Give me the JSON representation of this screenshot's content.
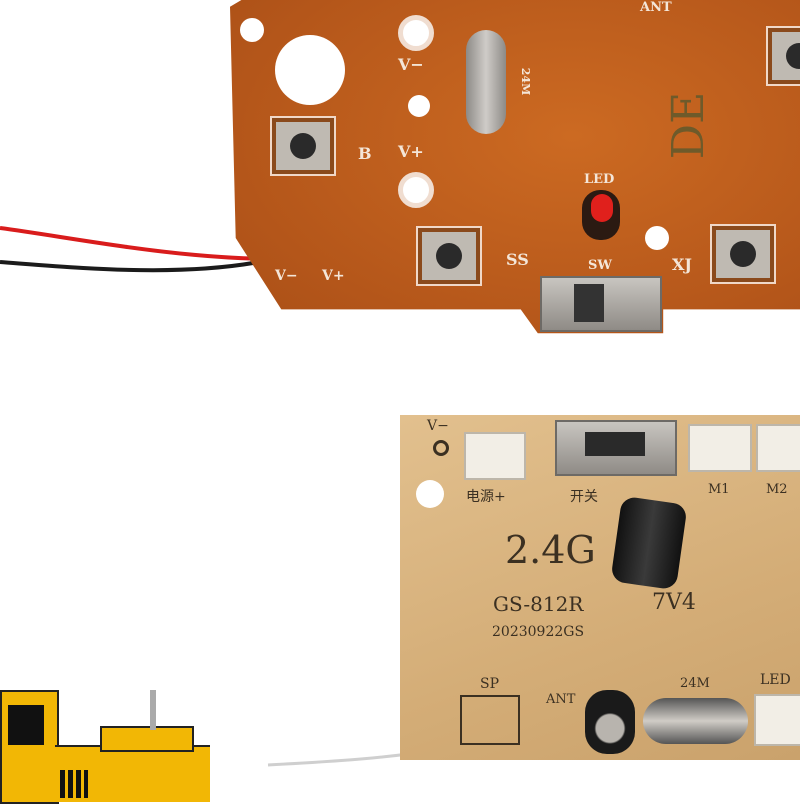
{
  "remote_board": {
    "labels": {
      "ant": "ANT",
      "v_minus": "V−",
      "v_plus": "V+",
      "crystal": "24M",
      "b": "B",
      "de": "DE",
      "led": "LED",
      "ss": "SS",
      "sw": "SW",
      "xj": "XJ",
      "wire_v_minus": "V−",
      "wire_v_plus": "V+"
    },
    "color": "#c0601e"
  },
  "receiver_board": {
    "labels": {
      "v_minus": "V−",
      "power": "电源+",
      "switch": "开关",
      "m1": "M1",
      "m2": "M2",
      "freq": "2.4G",
      "model": "GS-812R",
      "voltage": "7V4",
      "date": "20230922GS",
      "sp": "SP",
      "ant": "ANT",
      "crystal": "24M",
      "led": "LED"
    },
    "color": "#d9b27f"
  },
  "toy": {
    "color": "#f2b705"
  }
}
